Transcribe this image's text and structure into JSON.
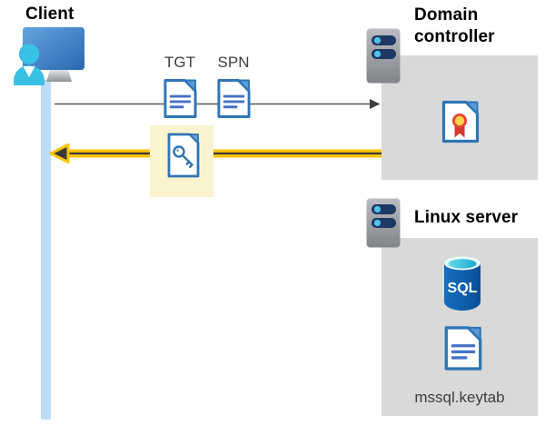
{
  "client": {
    "label": "Client"
  },
  "flow": {
    "tgt_label": "TGT",
    "spn_label": "SPN"
  },
  "domain_controller": {
    "label": "Domain controller"
  },
  "linux_server": {
    "label": "Linux server",
    "sql_badge": "SQL",
    "keytab_label": "mssql.keytab"
  },
  "icons": {
    "client": "user-workstation-icon",
    "tgt": "document-icon",
    "spn": "document-icon",
    "service_ticket": "key-document-icon",
    "domain_controller": "server-icon",
    "certificate": "certificate-icon",
    "linux_server": "server-icon",
    "sql": "sql-database-icon",
    "keytab": "document-icon"
  },
  "colors": {
    "zone_background": "#D9D9D9",
    "lifeline_blue": "#BFDBF7",
    "highlight_yellow": "#FBF3CF",
    "ticket_arrow_gold": "#FFC400",
    "ticket_arrow_dark": "#3A3A3A",
    "request_arrow_gray": "#595959",
    "doc_border_blue": "#2E75B6",
    "doc_fold_blue": "#5B9BD5",
    "doc_line_blue": "#4472C4",
    "server_bar_navy": "#1F3864",
    "server_dot_cyan": "#4FC4EA",
    "sql_body_blue": "#0E5FAC",
    "person_cyan": "#39C1E5",
    "seal_gold": "#FFD34D",
    "seal_red": "#D8382E",
    "label_dark": "#3D3D3D"
  }
}
